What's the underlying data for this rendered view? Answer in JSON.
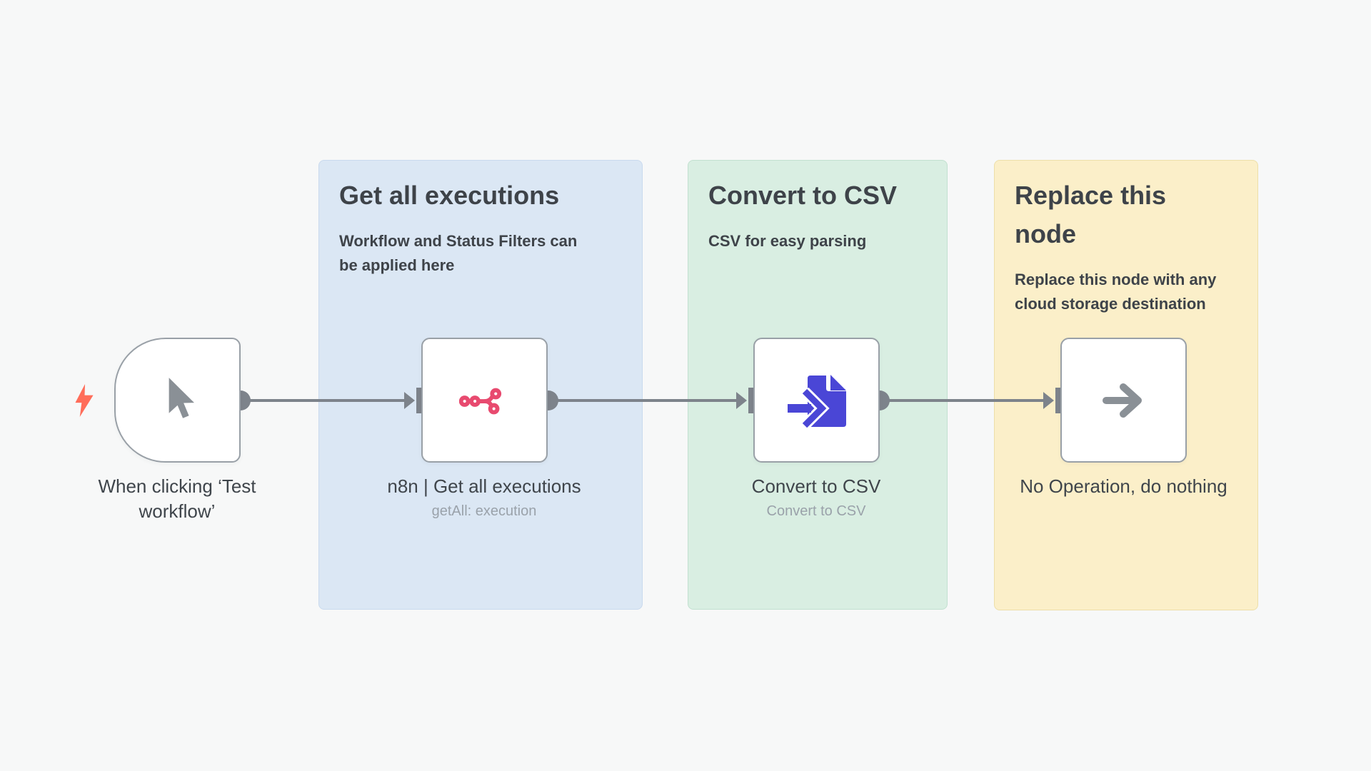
{
  "canvas": {
    "background": "#f7f8f8"
  },
  "colors": {
    "node_border": "#99a0a7",
    "node_bg": "#ffffff",
    "connector_gray": "#7d838b",
    "icon_gray": "#8a9096",
    "lightning_red": "#ff6d5a",
    "n8n_pink": "#e84a6f",
    "file_indigo": "#4a46d6",
    "label_text": "#3f454b",
    "subtitle_text": "#9aa2aa",
    "sticky_text": "#3e4349"
  },
  "sticky_notes": [
    {
      "title": "Get all executions",
      "body": "Workflow and Status Filters can be applied here",
      "bg": "#dbe7f4",
      "border": "#c9daee"
    },
    {
      "title": "Convert to CSV",
      "body": "CSV for easy parsing",
      "bg": "#d9eee2",
      "border": "#c2e0d0"
    },
    {
      "title": "Replace this node",
      "body": "Replace this node with any cloud storage destination",
      "bg": "#fbefc9",
      "border": "#eddfa9"
    }
  ],
  "nodes": [
    {
      "name": "When clicking ‘Test workflow’",
      "subtitle": "",
      "icon": "cursor-icon",
      "type": "manual-trigger"
    },
    {
      "name": "n8n | Get all executions",
      "subtitle": "getAll: execution",
      "icon": "n8n-logo-icon",
      "type": "n8n-api"
    },
    {
      "name": "Convert to CSV",
      "subtitle": "Convert to CSV",
      "icon": "file-import-icon",
      "type": "convert-to-file"
    },
    {
      "name": "No Operation, do nothing",
      "subtitle": "",
      "icon": "arrow-right-icon",
      "type": "no-op"
    }
  ]
}
